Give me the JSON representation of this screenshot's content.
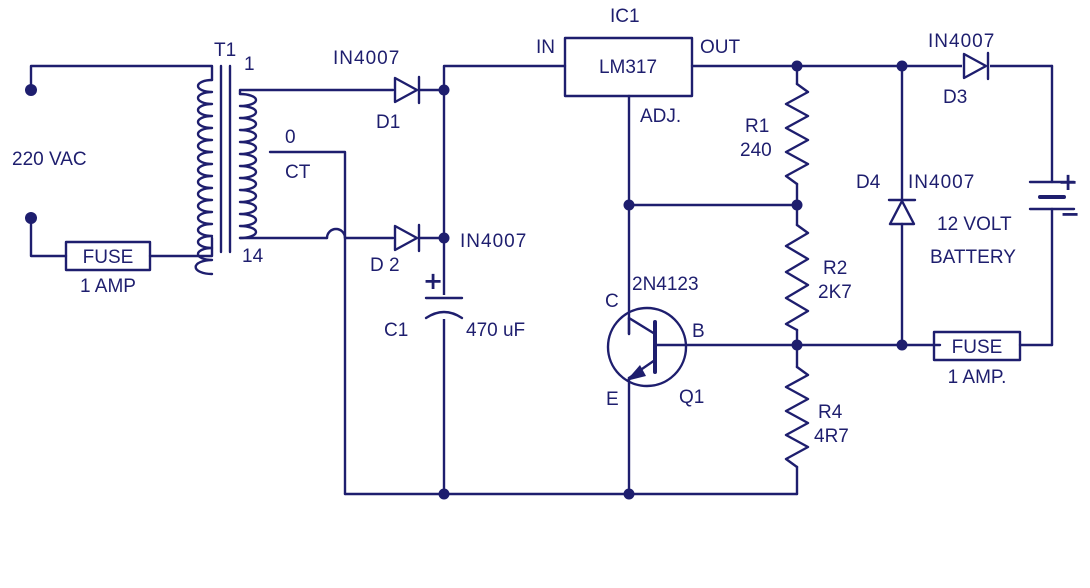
{
  "labels": {
    "mains": "220 VAC",
    "fuse_in": "FUSE",
    "fuse_in_rating": "1 AMP",
    "t1": "T1",
    "t1_pin1": "1",
    "t1_pin0": "0",
    "t1_ct": "CT",
    "t1_pin14": "14",
    "d1_part": "IN4007",
    "d1": "D1",
    "d2_part": "IN4007",
    "d2": "D 2",
    "c1": "C1",
    "c1_value": "470 uF",
    "ic1": "IC1",
    "ic1_part": "LM317",
    "ic1_in": "IN",
    "ic1_out": "OUT",
    "ic1_adj": "ADJ.",
    "r1": "R1",
    "r1_value": "240",
    "r2": "R2",
    "r2_value": "2K7",
    "r4": "R4",
    "r4_value": "4R7",
    "q1": "Q1",
    "q1_part": "2N4123",
    "q1_c": "C",
    "q1_b": "B",
    "q1_e": "E",
    "d3_part": "IN4007",
    "d3": "D3",
    "d4": "D4",
    "d4_part": "IN4007",
    "battery_line1": "12 VOLT",
    "battery_line2": "BATTERY",
    "fuse_out": "FUSE",
    "fuse_out_rating": "1 AMP."
  },
  "colors": {
    "ink": "#1e1e6e",
    "background": "#ffffff"
  }
}
